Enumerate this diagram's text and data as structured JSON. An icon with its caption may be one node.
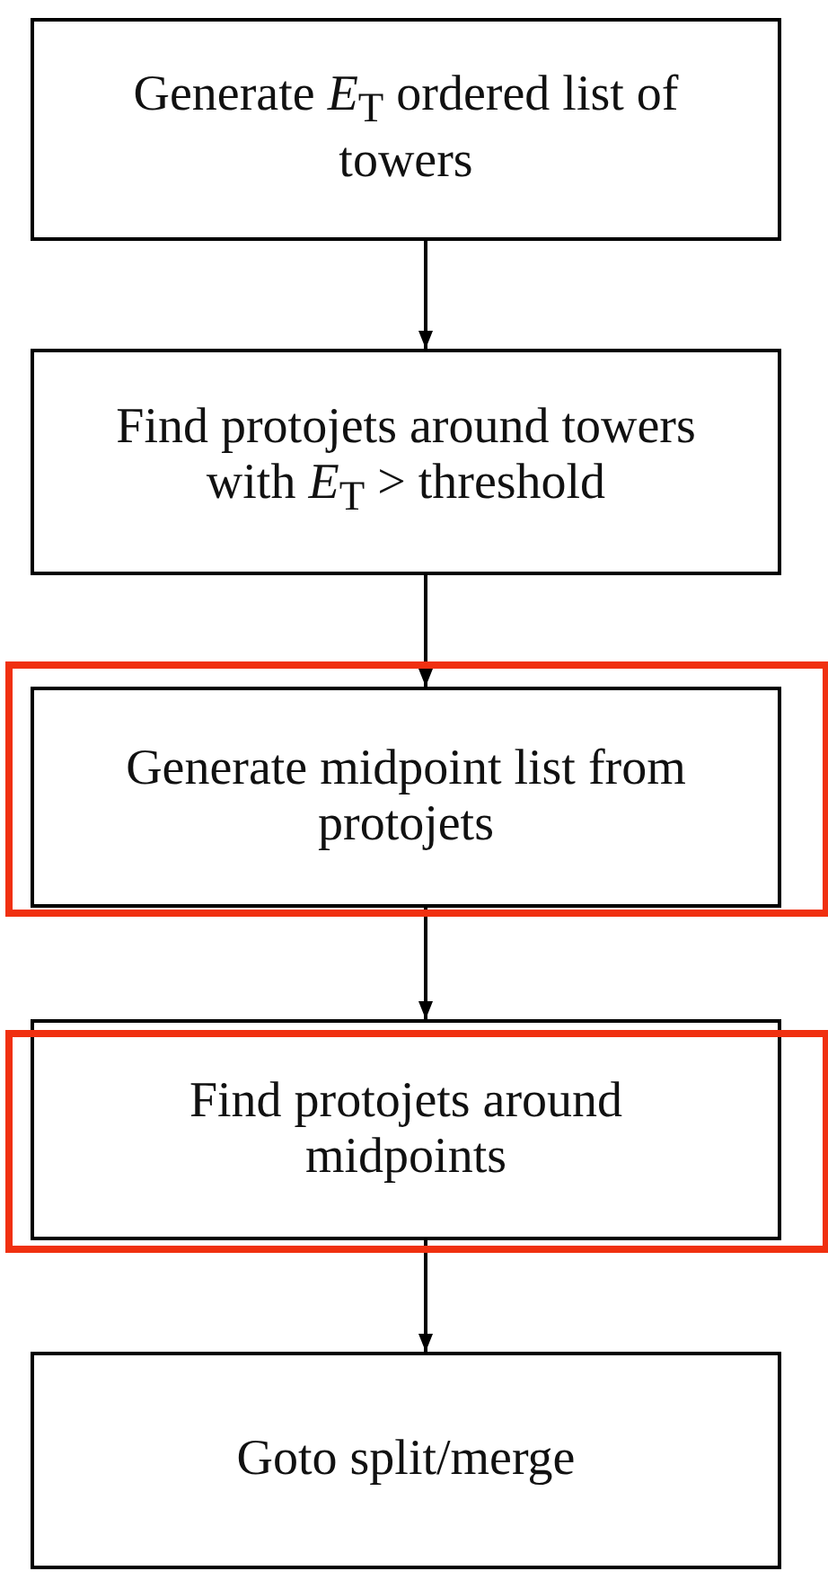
{
  "diagram": {
    "nodes": [
      {
        "text": [
          "Generate *E*$_{T}$ ordered list of towers"
        ]
      },
      {
        "text": [
          "Find protojets around towers with *E*$_{T}$ > threshold"
        ]
      },
      {
        "text": [
          "Generate midpoint list from protojets"
        ]
      },
      {
        "text": [
          "Find protojets around midpoints"
        ]
      },
      {
        "text": [
          "Goto split/merge"
        ]
      }
    ],
    "edges": [
      {
        "from": 0,
        "to": 1,
        "arrow": "to"
      },
      {
        "from": 1,
        "to": 2,
        "arrow": "to"
      },
      {
        "from": 2,
        "to": 3,
        "arrow": "to"
      },
      {
        "from": 3,
        "to": 4,
        "arrow": "to"
      }
    ]
  }
}
